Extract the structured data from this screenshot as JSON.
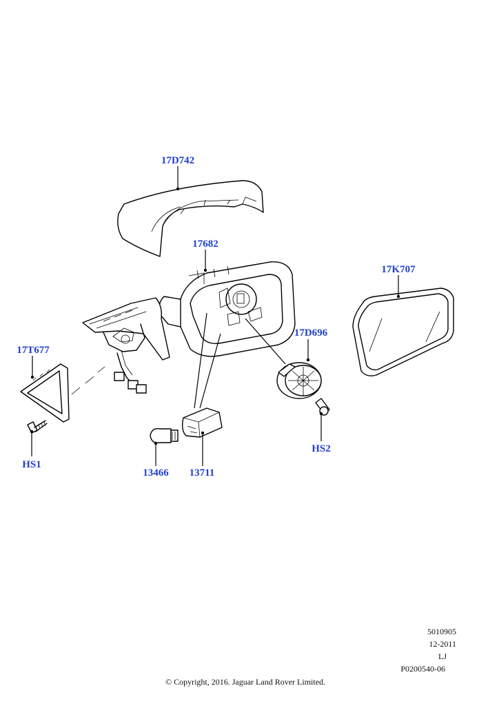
{
  "parts": [
    {
      "id": "17D742",
      "label": "17D742"
    },
    {
      "id": "17682",
      "label": "17682"
    },
    {
      "id": "17K707",
      "label": "17K707"
    },
    {
      "id": "17D696",
      "label": "17D696"
    },
    {
      "id": "17T677",
      "label": "17T677"
    },
    {
      "id": "HS1",
      "label": "HS1"
    },
    {
      "id": "HS2",
      "label": "HS2"
    },
    {
      "id": "13466",
      "label": "13466"
    },
    {
      "id": "13711",
      "label": "13711"
    }
  ],
  "footer": {
    "ref_number": "5010905",
    "date": "12-2011",
    "initials": "LJ",
    "illustration_id": "P0200540-06",
    "copyright": "© Copyright, 2016. Jaguar Land Rover Limited."
  },
  "colors": {
    "label": "#1f3fd0",
    "line": "#000000",
    "background": "#ffffff"
  }
}
